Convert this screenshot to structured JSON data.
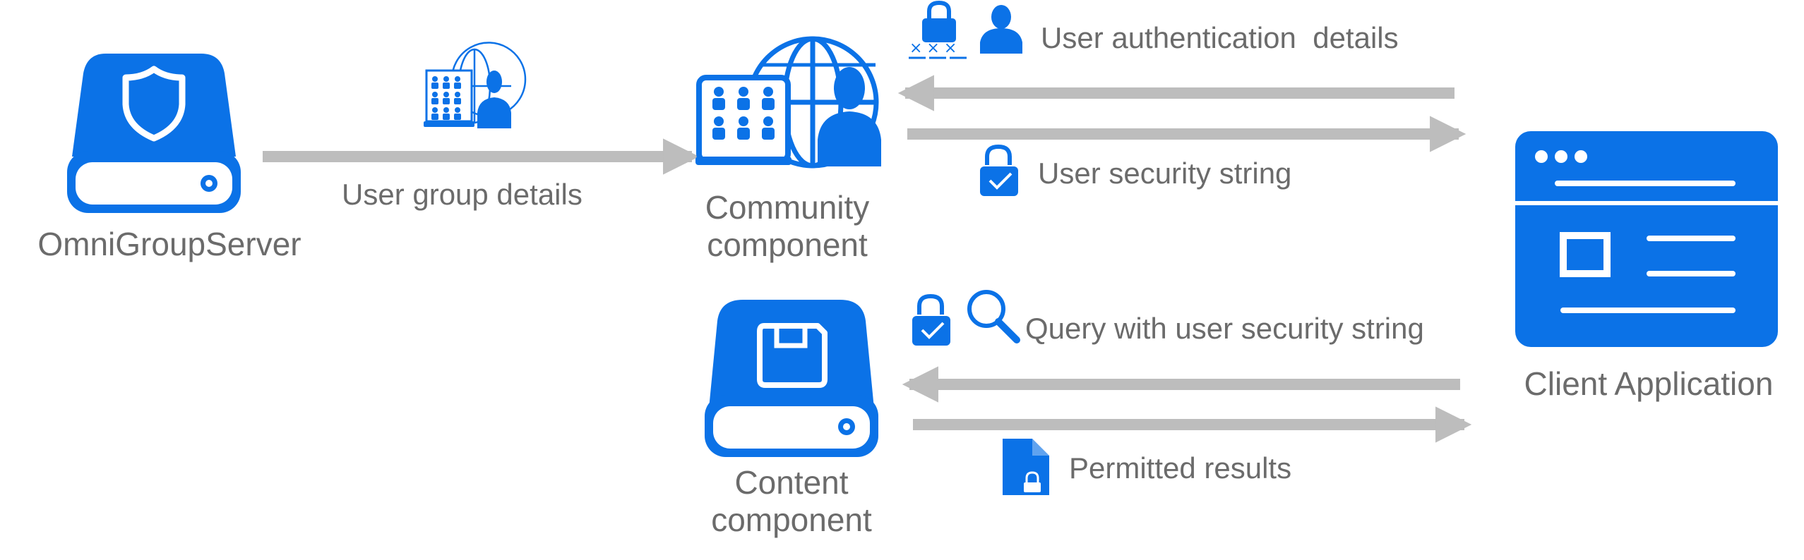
{
  "colors": {
    "primary": "#0b72e7",
    "arrow": "#bdbdbd",
    "text": "#6b6b6b",
    "background": "#ffffff"
  },
  "nodes": {
    "server": {
      "label": "OmniGroupServer",
      "icon": "shield-drive-icon"
    },
    "community": {
      "label_line1": "Community",
      "label_line2": "component",
      "icon": "laptop-globe-users-icon"
    },
    "content": {
      "label_line1": "Content",
      "label_line2": "component",
      "icon": "floppy-drive-icon"
    },
    "client": {
      "label": "Client Application",
      "icon": "browser-window-icon"
    }
  },
  "messages": {
    "user_group_details": "User group details",
    "user_auth_details": "User authentication  details",
    "user_security_string": "User security string",
    "query": "Query with user security string",
    "permitted_results": "Permitted results"
  },
  "password_mask": "×××"
}
